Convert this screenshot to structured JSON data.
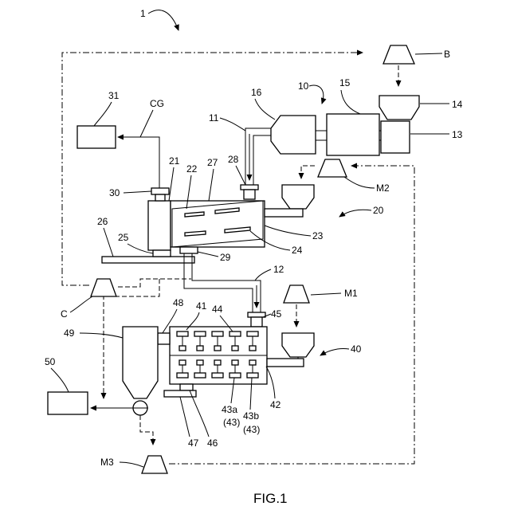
{
  "figure": {
    "caption": "FIG.1",
    "ref_system": "1",
    "labels": {
      "n10": "10",
      "n11": "11",
      "n12": "12",
      "n13": "13",
      "n14": "14",
      "n15": "15",
      "n16": "16",
      "n20": "20",
      "n21": "21",
      "n22": "22",
      "n23": "23",
      "n24": "24",
      "n25": "25",
      "n26": "26",
      "n27": "27",
      "n28": "28",
      "n29": "29",
      "n30": "30",
      "n31": "31",
      "n40": "40",
      "n41": "41",
      "n42": "42",
      "n43a": "43a",
      "n43a2": "(43)",
      "n43b": "43b",
      "n43b2": "(43)",
      "n44": "44",
      "n45": "45",
      "n46": "46",
      "n47": "47",
      "n48": "48",
      "n49": "49",
      "n50": "50",
      "B": "B",
      "C": "C",
      "CG": "CG",
      "M1": "M1",
      "M2": "M2",
      "M3": "M3"
    }
  }
}
